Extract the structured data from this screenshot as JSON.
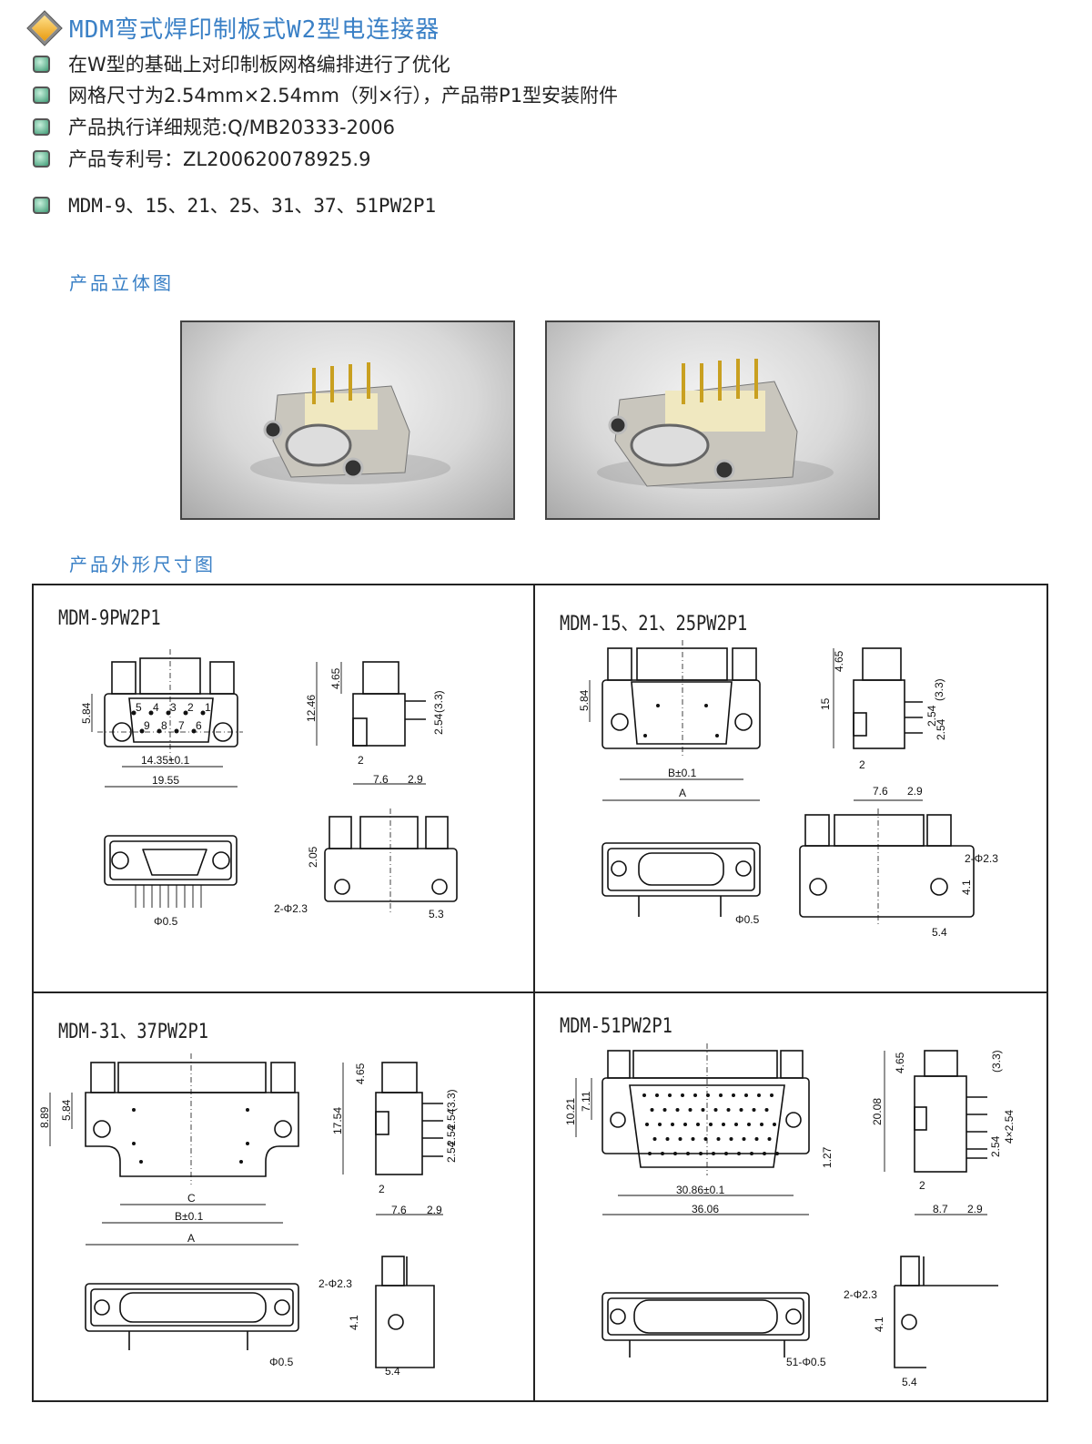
{
  "header": {
    "title": "MDM弯式焊印制板式W2型电连接器",
    "bullets": [
      "在W型的基础上对印制板网格编排进行了优化",
      "网格尺寸为2.54mm×2.54mm（列×行），产品带P1型安装附件",
      "产品执行详细规范:Q/MB20333-2006",
      "产品专利号：ZL200620078925.9",
      "MDM-9、15、21、25、31、37、51PW2P1"
    ]
  },
  "sections": {
    "photos": "产品立体图",
    "drawings": "产品外形尺寸图"
  },
  "colors": {
    "accent": "#3a80c6"
  },
  "panels": [
    {
      "title": "MDM-9PW2P1",
      "pins": [
        "5",
        "4",
        "3",
        "2",
        "1",
        "9",
        "8",
        "7",
        "6"
      ],
      "dims": [
        "5.84",
        "14.35±0.1",
        "19.55",
        "12.46",
        "4.65",
        "(3.3)",
        "2.54",
        "2",
        "7.6",
        "2.9",
        "2.05",
        "2-Φ2.3",
        "5.3",
        "Φ0.5"
      ]
    },
    {
      "title": "MDM-15、21、25PW2P1",
      "dims": [
        "5.84",
        "B±0.1",
        "A",
        "15",
        "4.65",
        "(3.3)",
        "2.54",
        "2.54",
        "2",
        "7.6",
        "2.9",
        "2-Φ2.3",
        "4.1",
        "5.4",
        "Φ0.5"
      ]
    },
    {
      "title": "MDM-31、37PW2P1",
      "dims": [
        "8.89",
        "5.84",
        "C",
        "B±0.1",
        "A",
        "17.54",
        "4.65",
        "(3.3)",
        "2.54",
        "2.54",
        "2.54",
        "2",
        "7.6",
        "2.9",
        "2-Φ2.3",
        "4.1",
        "5.4",
        "Φ0.5"
      ]
    },
    {
      "title": "MDM-51PW2P1",
      "dims": [
        "10.21",
        "7.11",
        "30.86±0.1",
        "36.06",
        "1.27",
        "20.08",
        "4.65",
        "(3.3)",
        "4×2.54",
        "2.54",
        "2",
        "8.7",
        "2.9",
        "2-Φ2.3",
        "4.1",
        "5.4",
        "51-Φ0.5"
      ]
    }
  ]
}
